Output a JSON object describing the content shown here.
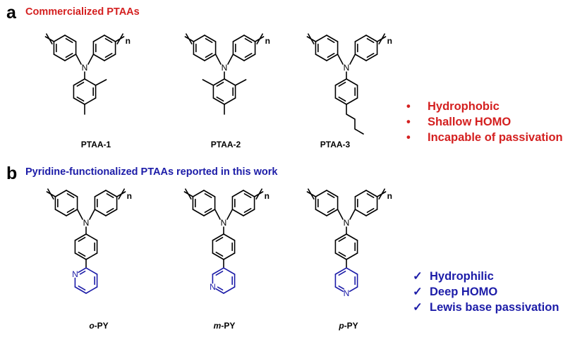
{
  "panel_a": {
    "letter": "a",
    "title": "Commercialized PTAAs",
    "title_color": "#d42020",
    "molecules": [
      {
        "label": "PTAA-1",
        "substituent": "2,4-dimethyl"
      },
      {
        "label": "PTAA-2",
        "substituent": "2,4,6-trimethyl"
      },
      {
        "label": "PTAA-3",
        "substituent": "4-butyl"
      }
    ],
    "properties": [
      "Hydrophobic",
      "Shallow HOMO",
      "Incapable of passivation"
    ],
    "bullet_glyph": "•",
    "properties_color": "#d42020"
  },
  "panel_b": {
    "letter": "b",
    "title": "Pyridine-functionalized PTAAs reported in this work",
    "title_color": "#1c1ca8",
    "molecules": [
      {
        "prefix": "o",
        "suffix": "-PY",
        "substituent": "2-pyridyl"
      },
      {
        "prefix": "m",
        "suffix": "-PY",
        "substituent": "3-pyridyl"
      },
      {
        "prefix": "p",
        "suffix": "-PY",
        "substituent": "4-pyridyl"
      }
    ],
    "properties": [
      "Hydrophilic",
      "Deep HOMO",
      "Lewis base passivation"
    ],
    "bullet_glyph": "✓",
    "properties_color": "#1c1ca8"
  },
  "atoms": {
    "nitrogen": "N",
    "repeat": "n"
  }
}
